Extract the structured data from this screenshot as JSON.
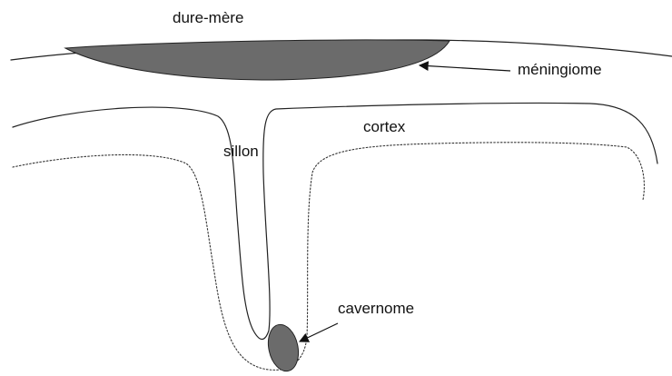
{
  "labels": {
    "dura_mater": "dure-mère",
    "meningioma": "méningiome",
    "cortex": "cortex",
    "sulcus": "sillon",
    "cavernoma": "cavernome"
  },
  "colors": {
    "background": "#ffffff",
    "line": "#222222",
    "lesion_fill": "#6b6b6b"
  }
}
